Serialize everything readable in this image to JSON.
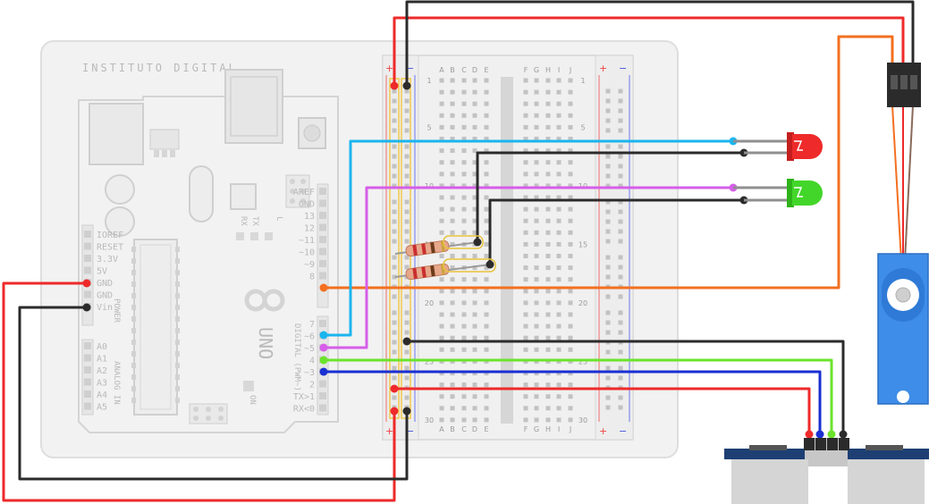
{
  "arduino": {
    "brand": "INSTITUTO DIGITAL",
    "model": "UNO",
    "on_label": "ON",
    "rx_label": "RX",
    "tx_label": "TX",
    "l_label": "L",
    "power_header": "POWER",
    "analog_header": "ANALOG IN",
    "digital_header": "DIGITAL (PWM~)",
    "power_pins": [
      "IOREF",
      "RESET",
      "3.3V",
      "5V",
      "GND",
      "GND",
      "Vin"
    ],
    "analog_pins": [
      "A0",
      "A1",
      "A2",
      "A3",
      "A4",
      "A5"
    ],
    "digital_top_pins": [
      "AREF",
      "GND",
      "13",
      "12",
      "~11",
      "~10",
      "~9",
      "8"
    ],
    "digital_bottom_pins": [
      "7",
      "~6",
      "~5",
      "4",
      "~3",
      "2",
      "TX>1",
      "RX<0"
    ]
  },
  "breadboard": {
    "column_letters_left": [
      "A",
      "B",
      "C",
      "D",
      "E"
    ],
    "column_letters_right": [
      "F",
      "G",
      "H",
      "I",
      "J"
    ],
    "row_numbers": [
      "1",
      "5",
      "10",
      "15",
      "20",
      "25",
      "30"
    ],
    "rail_plus": "+",
    "rail_minus": "−"
  },
  "colors": {
    "wire_red": "#ee2a2a",
    "wire_black": "#2b2b2b",
    "wire_blue": "#1ab5ee",
    "wire_magenta": "#d65ee8",
    "wire_orange": "#f37020",
    "wire_green": "#6be32b",
    "wire_darkblue": "#1a2fd1",
    "led_red": "#ee2a2a",
    "led_green": "#43d62a",
    "servo_blue": "#3e8de8"
  }
}
